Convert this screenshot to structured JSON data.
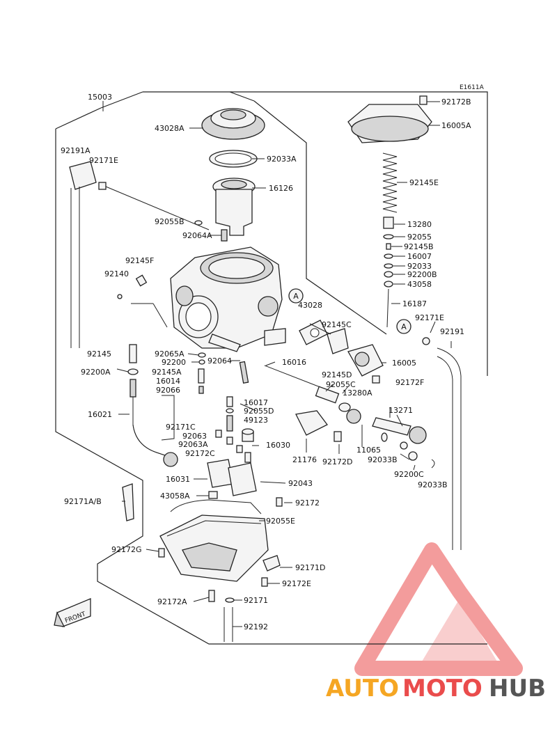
{
  "diagram": {
    "code": "E1611A",
    "front": "FRONT",
    "callouts": [
      "A",
      "A"
    ],
    "labels": [
      "15003",
      "43028A",
      "92033A",
      "16126",
      "92191A",
      "92171E",
      "92055B",
      "92064A",
      "92145F",
      "92140",
      "43028",
      "92145",
      "92200A",
      "92065A",
      "92200",
      "92064",
      "92145A",
      "16014",
      "92066",
      "16016",
      "16021",
      "92171C",
      "92063",
      "92063A",
      "92172C",
      "16017",
      "92055D",
      "49123",
      "16030",
      "92145C",
      "92145D",
      "92055C",
      "13280A",
      "16005",
      "92172F",
      "21176",
      "92172D",
      "11065",
      "92033B",
      "13271",
      "92200C",
      "92033B",
      "16031",
      "92043",
      "43058A",
      "92172",
      "92171A/B",
      "92055E",
      "92172G",
      "92171D",
      "92172E",
      "92172A",
      "92171",
      "92192",
      "92172B",
      "16005A",
      "92145E",
      "13280",
      "92055",
      "92145B",
      "16007",
      "92033",
      "92200B",
      "43058",
      "16187",
      "92171E",
      "92191"
    ]
  },
  "watermark": {
    "auto": "AUTO",
    "moto": "MOTO",
    "hub": "HUB",
    "colors": {
      "orange": "#f5a623",
      "red": "#ea4c4c",
      "gray": "#555555"
    }
  }
}
